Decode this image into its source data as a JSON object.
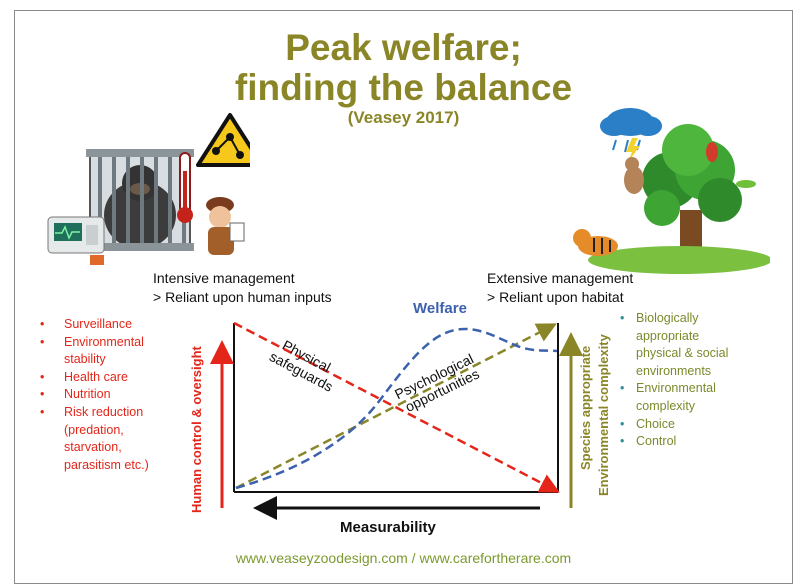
{
  "title_line1": "Peak welfare;",
  "title_line2": "finding the balance",
  "citation": "(Veasey 2017)",
  "left_header": {
    "line1": "Intensive management",
    "line2": "> Reliant upon human inputs"
  },
  "right_header": {
    "line1": "Extensive management",
    "line2": "> Reliant upon habitat"
  },
  "red_list": [
    {
      "bullet": "•",
      "lines": [
        "Surveillance"
      ]
    },
    {
      "bullet": "•",
      "lines": [
        "Environmental",
        "stability"
      ]
    },
    {
      "bullet": "•",
      "lines": [
        "Health care"
      ]
    },
    {
      "bullet": "•",
      "lines": [
        "Nutrition"
      ]
    },
    {
      "bullet": "•",
      "lines": [
        "Risk reduction",
        "(predation,",
        "starvation,",
        "parasitism etc.)"
      ]
    }
  ],
  "green_list": [
    {
      "bullet": "•",
      "lines": [
        "Biologically",
        "appropriate",
        "physical & social",
        "environments"
      ]
    },
    {
      "bullet": "•",
      "lines": [
        "Environmental",
        "complexity"
      ]
    },
    {
      "bullet": "•",
      "lines": [
        "Choice"
      ]
    },
    {
      "bullet": "•",
      "lines": [
        "Control"
      ]
    }
  ],
  "curves": {
    "welfare_label": "Welfare",
    "physical_line1": "Physical",
    "physical_line2": "safeguards",
    "psych_line1": "Psychological",
    "psych_line2": "opportunities"
  },
  "axes": {
    "left_axis": "Human control & oversight",
    "right_axis_line1": "Species appropriate",
    "right_axis_line2": "Environmental complexity",
    "bottom_axis": "Measurability"
  },
  "footer": "www.veaseyzoodesign.com / www.carefortherare.com",
  "colors": {
    "title": "#8a8627",
    "red": "#e4261a",
    "blue": "#3d62ad",
    "olive": "#8a8627",
    "green_text": "#7b8a2c",
    "footer": "#7b9a2f"
  },
  "illustrations": {
    "left": [
      "caged-gorilla-illustration",
      "warning-sign-icon",
      "thermometer-icon",
      "keeper-figure",
      "medical-monitor-icon"
    ],
    "right": [
      "tree-illustration",
      "rain-cloud-icon",
      "monkey-figure",
      "tiger-figure",
      "parrot-figure",
      "lizard-figure"
    ]
  }
}
